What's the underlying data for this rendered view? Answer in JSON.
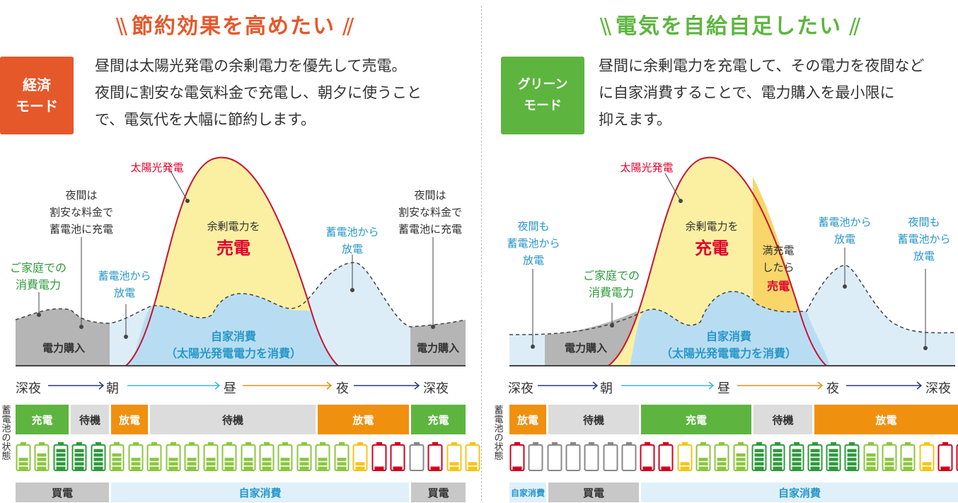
{
  "left": {
    "title": "節約効果を高めたい",
    "badge": "経済\nモード",
    "badge_color": "#e5582a",
    "title_color": "#e5582a",
    "desc": [
      "昼間は太陽光発電の余剰電力を優先して売電。",
      "夜間に割安な電気料金で充電し、朝夕に使うこと",
      "で、電気代を大幅に節約します。"
    ],
    "labels": {
      "solar": "太陽光発電",
      "night_charge_l": "夜間は\n割安な料金で\n蓄電池に充電",
      "night_charge_r": "夜間は\n割安な料金で\n蓄電池に充電",
      "household": "ご家庭での\n消費電力",
      "discharge_morning": "蓄電池から\n放電",
      "discharge_evening": "蓄電池から\n放電",
      "surplus": "余剰電力を",
      "surplus_action": "売電",
      "self_use": "自家消費",
      "self_use_sub": "（太陽光発電電力を消費）",
      "buy_l": "電力購入",
      "buy_r": "電力購入"
    },
    "timeline": [
      "深夜",
      "朝",
      "昼",
      "夜",
      "深夜"
    ],
    "battery_label": "蓄電池の状態",
    "segments": [
      {
        "label": "充電",
        "color": "#5db53f",
        "text": "#ffffff"
      },
      {
        "label": "待機",
        "color": "#dcdcdc",
        "text": "#333333"
      },
      {
        "label": "放電",
        "color": "#f0900f",
        "text": "#ffffff"
      },
      {
        "label": "待機",
        "color": "#dcdcdc",
        "text": "#333333"
      },
      {
        "label": "放電",
        "color": "#f0900f",
        "text": "#ffffff"
      },
      {
        "label": "充電",
        "color": "#5db53f",
        "text": "#ffffff"
      }
    ],
    "battery_levels": [
      3,
      4,
      5,
      5,
      5,
      4,
      3,
      3,
      3,
      3,
      3,
      3,
      3,
      3,
      3,
      3,
      3,
      3,
      2,
      1,
      1,
      0,
      1,
      2,
      2
    ],
    "bottom": [
      {
        "label": "買電",
        "color": "#c8c8c8",
        "text": "#333333"
      },
      {
        "label": "自家消費",
        "color": "#dff0fa",
        "text": "#2897c8"
      },
      {
        "label": "買電",
        "color": "#c8c8c8",
        "text": "#333333"
      }
    ]
  },
  "right": {
    "title": "電気を自給自足したい",
    "badge": "グリーン\nモード",
    "badge_color": "#5db53f",
    "title_color": "#5db53f",
    "desc": [
      "昼間に余剰電力を充電して、その電力を夜間など",
      "に自家消費することで、電力購入を最小限に",
      "抑えます。"
    ],
    "labels": {
      "solar": "太陽光発電",
      "night_battery": "夜間も\n蓄電池から\n放電",
      "household": "ご家庭での\n消費電力",
      "surplus": "余剰電力を",
      "surplus_action": "充電",
      "full": "満充電\nしたら",
      "full_action": "売電",
      "discharge_evening": "蓄電池から\n放電",
      "night_battery_r": "夜間も\n蓄電池から\n放電",
      "self_use": "自家消費",
      "self_use_sub": "（太陽光発電電力を消費）",
      "buy": "電力購入"
    },
    "timeline": [
      "深夜",
      "朝",
      "昼",
      "夜",
      "深夜"
    ],
    "battery_label": "蓄電池の状態",
    "segments": [
      {
        "label": "放電",
        "color": "#f0900f",
        "text": "#ffffff"
      },
      {
        "label": "待機",
        "color": "#dcdcdc",
        "text": "#333333"
      },
      {
        "label": "充電",
        "color": "#5db53f",
        "text": "#ffffff"
      },
      {
        "label": "待機",
        "color": "#dcdcdc",
        "text": "#333333"
      },
      {
        "label": "放電",
        "color": "#f0900f",
        "text": "#ffffff"
      }
    ],
    "battery_levels": [
      1,
      0,
      0,
      0,
      0,
      0,
      0,
      1,
      1,
      2,
      3,
      3,
      4,
      5,
      5,
      5,
      5,
      5,
      5,
      4,
      3,
      3,
      2,
      1,
      1
    ],
    "bottom": [
      {
        "label": "自家消費",
        "color": "#dff0fa",
        "text": "#2897c8"
      },
      {
        "label": "買電",
        "color": "#c8c8c8",
        "text": "#333333"
      },
      {
        "label": "自家消費",
        "color": "#dff0fa",
        "text": "#2897c8"
      }
    ]
  }
}
